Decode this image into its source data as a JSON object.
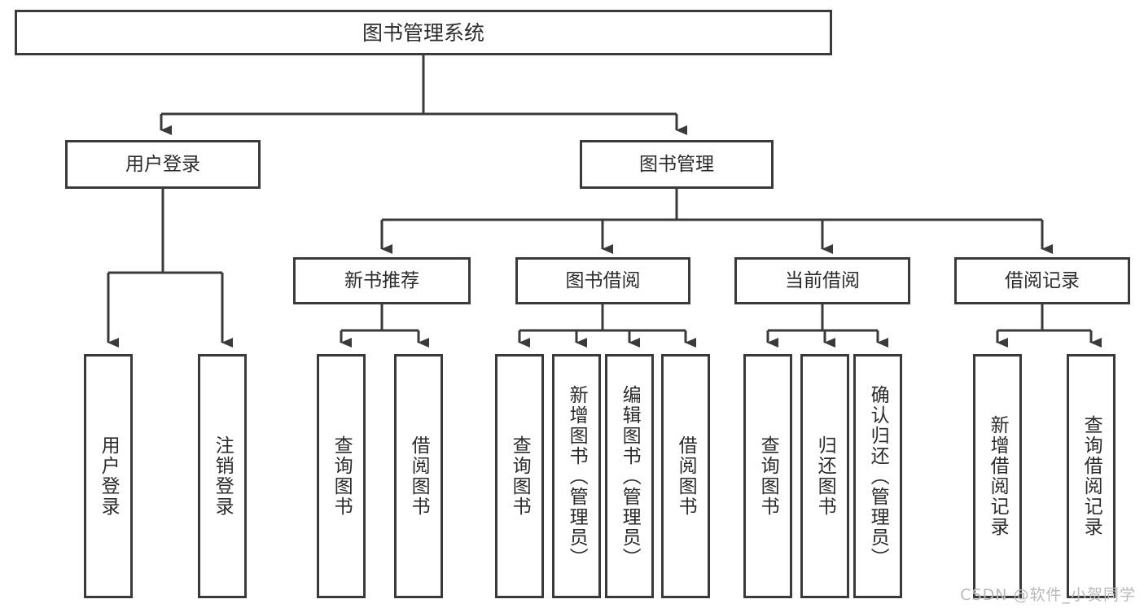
{
  "diagram": {
    "title": "图书管理系统",
    "type": "tree",
    "stroke_color": "#3a3a3a",
    "text_color": "#2b2b2b",
    "background_color": "#ffffff",
    "nodes": {
      "root": {
        "label": "图书管理系统"
      },
      "level2": [
        {
          "id": "user-login",
          "label": "用户登录"
        },
        {
          "id": "book-manage",
          "label": "图书管理"
        }
      ],
      "level3": [
        {
          "id": "new-book-recommend",
          "label": "新书推荐"
        },
        {
          "id": "book-borrow",
          "label": "图书借阅"
        },
        {
          "id": "current-borrow",
          "label": "当前借阅"
        },
        {
          "id": "borrow-record",
          "label": "借阅记录"
        }
      ],
      "leaves": {
        "user_login": [
          {
            "id": "leaf-user-login",
            "label": "用户登录"
          },
          {
            "id": "leaf-logout-login",
            "label": "注销登录"
          }
        ],
        "new_book_recommend": [
          {
            "id": "leaf-query-book-1",
            "label": "查询图书"
          },
          {
            "id": "leaf-borrow-book-1",
            "label": "借阅图书"
          }
        ],
        "book_borrow": [
          {
            "id": "leaf-query-book-2",
            "label": "查询图书"
          },
          {
            "id": "leaf-add-book",
            "label": "新增图书（管理员）"
          },
          {
            "id": "leaf-edit-book",
            "label": "编辑图书（管理员）"
          },
          {
            "id": "leaf-borrow-book-2",
            "label": "借阅图书"
          }
        ],
        "current_borrow": [
          {
            "id": "leaf-query-book-3",
            "label": "查询图书"
          },
          {
            "id": "leaf-return-book",
            "label": "归还图书"
          },
          {
            "id": "leaf-confirm-return",
            "label": "确认归还（管理员）"
          }
        ],
        "borrow_record": [
          {
            "id": "leaf-add-record",
            "label": "新增借阅记录"
          },
          {
            "id": "leaf-query-record",
            "label": "查询借阅记录"
          }
        ]
      }
    }
  },
  "watermark": {
    "text": "CSDN @软件_小贺同学"
  }
}
